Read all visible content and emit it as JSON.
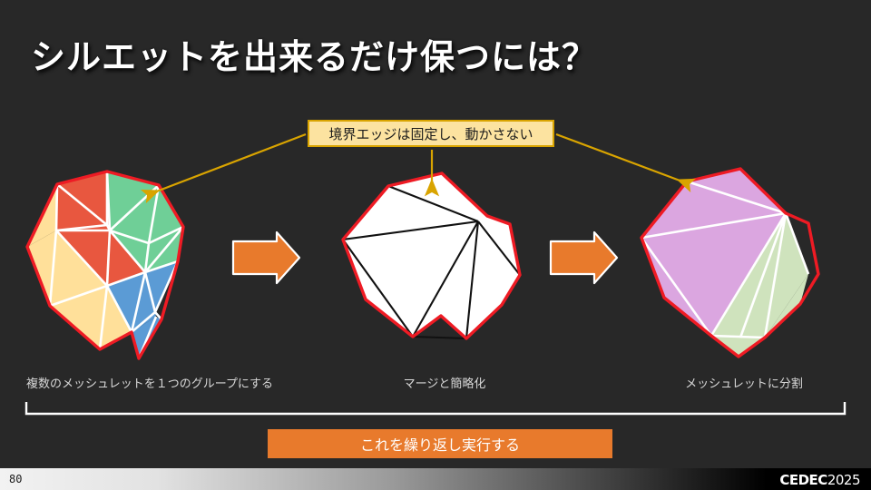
{
  "slide": {
    "title": "シルエットを出来るだけ保つには？",
    "background_color": "#282828",
    "page_number": "80",
    "logo_text": "CEDEC",
    "logo_year": "2025"
  },
  "callout": {
    "text": "境界エッジは固定し、動かさない",
    "fill_color": "#fce3a0",
    "border_color": "#d9a400",
    "leader_color": "#d9a400"
  },
  "captions": {
    "step1": "複数のメッシュレットを１つのグループにする",
    "step2": "マージと簡略化",
    "step3": "メッシュレットに分割"
  },
  "banner": {
    "text": "これを繰り返し実行する",
    "fill_color": "#e87a2c"
  },
  "arrows": {
    "color": "#e87a2c",
    "outline_color": "#ffffff",
    "count": 2
  },
  "bracket": {
    "color": "#ffffff"
  },
  "diagram": {
    "boundary_color": "#ee1b24",
    "interior_edge_color_colored": "#ffffff",
    "interior_edge_color_white": "#000000",
    "shapes": [
      {
        "name": "meshlet-group-colored",
        "palette": [
          "#e8573f",
          "#ffe09a",
          "#6fcf97",
          "#5b9bd5"
        ],
        "fill": "multicolor"
      },
      {
        "name": "merged-simplified-white",
        "palette": [
          "#ffffff"
        ],
        "fill": "#ffffff"
      },
      {
        "name": "resplit-meshlets",
        "palette": [
          "#dba6e0",
          "#cfe3bd"
        ],
        "fill": "multicolor"
      }
    ]
  }
}
